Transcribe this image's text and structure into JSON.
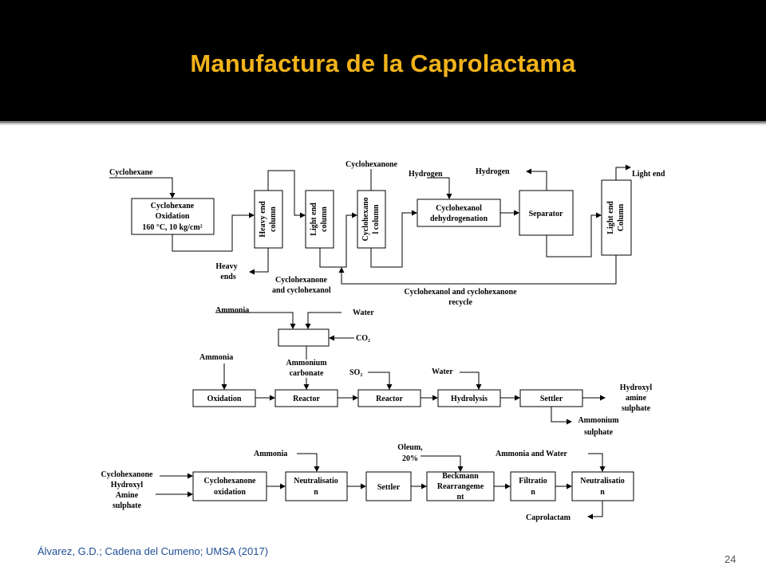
{
  "slide": {
    "title": "Manufactura de la Caprolactama",
    "citation": "Álvarez, G.D.; Cadena del Cumeno; UMSA (2017)",
    "page_number": "24",
    "title_color": "#f2b31b",
    "citation_color": "#1f4e96"
  },
  "top_process": {
    "cyclohexane": "Cyclohexane",
    "oxidation_box": [
      "Cyclohexane",
      "Oxidation",
      "160 °C, 10 kg/cm²"
    ],
    "heavy_end_column": [
      "Heavy end",
      "column"
    ],
    "light_end_column_1": [
      "Light end",
      "column"
    ],
    "cyclohexanol_column": [
      "Cyclohexano",
      "l column"
    ],
    "dehydrogenation_box": [
      "Cyclohexanol",
      "dehydrogenation"
    ],
    "separator": "Separator",
    "light_end_column_2": [
      "Light end",
      "Column"
    ],
    "heavy_ends": [
      "Heavy",
      "ends"
    ],
    "cyclohexanone_top": "Cyclohexanone",
    "hydrogen_in": "Hydrogen",
    "hydrogen_out": "Hydrogen",
    "light_end": "Light end",
    "cyclohexanone_cyclohexanol": [
      "Cyclohexanone",
      "and cyclohexanol"
    ],
    "recycle": [
      "Cyclohexanol and cyclohexanone",
      "recycle"
    ]
  },
  "middle_process": {
    "ammonia_top": "Ammonia",
    "water_top": "Water",
    "co2": "CO₂",
    "ammonia_left": "Ammonia",
    "ammonium_carbonate": [
      "Ammonium",
      "carbonate"
    ],
    "so2": "SO₂",
    "water": "Water",
    "oxidation": "Oxidation",
    "reactor_1": "Reactor",
    "reactor_2": "Reactor",
    "hydrolysis": "Hydrolysis",
    "settler": "Settler",
    "hydroxyl_amine_sulphate": [
      "Hydroxyl",
      "amine",
      "sulphate"
    ],
    "ammonium_sulphate": [
      "Ammonium",
      "sulphate"
    ]
  },
  "bottom_process": {
    "cyclohexanone_in": "Cyclohexanone",
    "hydroxyl_amine_sulphate_in": [
      "Hydroxyl",
      "Amine",
      "sulphate"
    ],
    "ammonia": "Ammonia",
    "oleum": [
      "Oleum,",
      "20%"
    ],
    "ammonia_and_water": "Ammonia and Water",
    "cyclohexanone_oxidation": [
      "Cyclohexanone",
      "oxidation"
    ],
    "neutralisation_1": [
      "Neutralisatio",
      "n"
    ],
    "settler": "Settler",
    "beckmann": [
      "Beckmann",
      "Rearrangeme",
      "nt"
    ],
    "filtration": [
      "Filtratio",
      "n"
    ],
    "neutralisation_2": [
      "Neutralisatio",
      "n"
    ],
    "caprolactam": "Caprolactam"
  }
}
